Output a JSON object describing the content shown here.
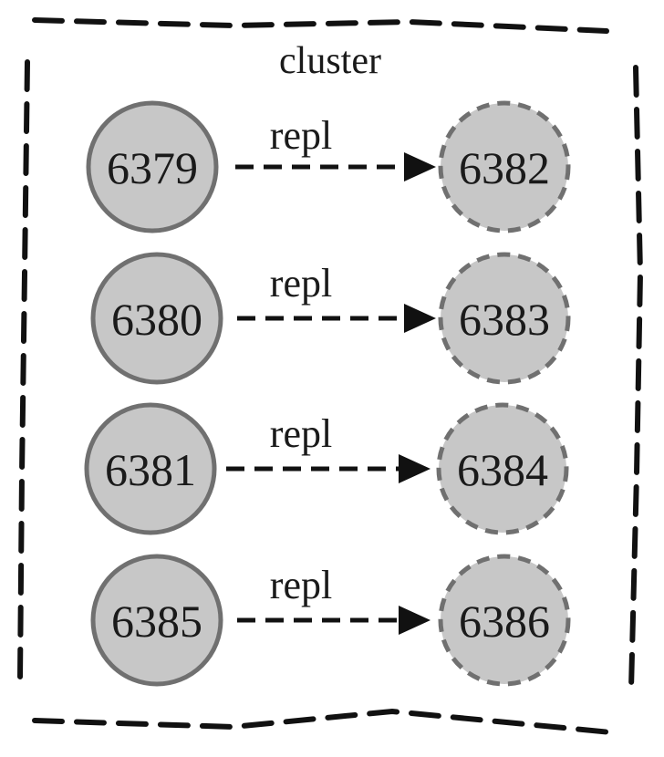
{
  "cluster": {
    "label": "cluster"
  },
  "pairs": [
    {
      "primary": "6379",
      "replica": "6382",
      "edge_label": "repl"
    },
    {
      "primary": "6380",
      "replica": "6383",
      "edge_label": "repl"
    },
    {
      "primary": "6381",
      "replica": "6384",
      "edge_label": "repl"
    },
    {
      "primary": "6385",
      "replica": "6386",
      "edge_label": "repl"
    }
  ]
}
